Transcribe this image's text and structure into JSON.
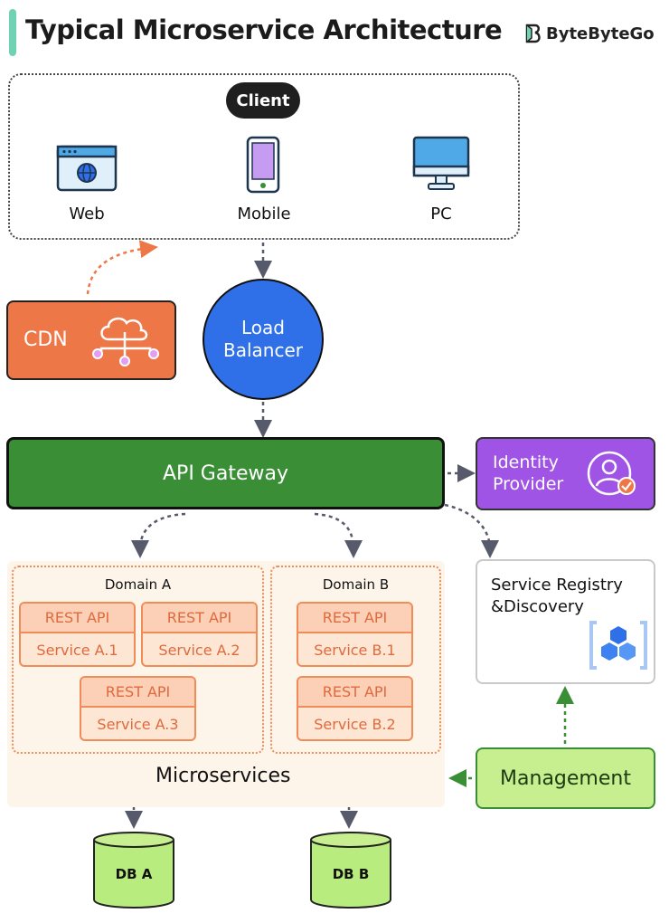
{
  "header": {
    "title": "Typical Microservice Architecture",
    "brand": "ByteByteGo"
  },
  "client": {
    "label": "Client",
    "devices": [
      {
        "label": "Web",
        "icon": "browser-icon"
      },
      {
        "label": "Mobile",
        "icon": "phone-icon"
      },
      {
        "label": "PC",
        "icon": "monitor-icon"
      }
    ]
  },
  "cdn": {
    "label": "CDN",
    "icon": "cloud-network-icon"
  },
  "load_balancer": {
    "line1": "Load",
    "line2": "Balancer"
  },
  "api_gateway": {
    "label": "API Gateway"
  },
  "identity_provider": {
    "line1": "Identity",
    "line2": "Provider",
    "icon": "user-check-icon"
  },
  "service_registry": {
    "line1": "Service Registry",
    "line2": "&Discovery",
    "icon": "cubes-icon"
  },
  "management": {
    "label": "Management"
  },
  "microservices": {
    "label": "Microservices",
    "domain_a": {
      "label": "Domain A",
      "services": [
        {
          "api": "REST API",
          "name": "Service A.1"
        },
        {
          "api": "REST API",
          "name": "Service A.2"
        },
        {
          "api": "REST API",
          "name": "Service A.3"
        }
      ]
    },
    "domain_b": {
      "label": "Domain B",
      "services": [
        {
          "api": "REST API",
          "name": "Service B.1"
        },
        {
          "api": "REST API",
          "name": "Service B.2"
        }
      ]
    }
  },
  "databases": [
    {
      "label": "DB A"
    },
    {
      "label": "DB B"
    }
  ],
  "colors": {
    "cdn": "#ee7748",
    "load_balancer": "#2f6fe8",
    "api_gateway": "#3a8f36",
    "identity_provider": "#a054e6",
    "service": "#ef8c57",
    "management": "#c7ef8f",
    "database": "#b9ec7e"
  }
}
